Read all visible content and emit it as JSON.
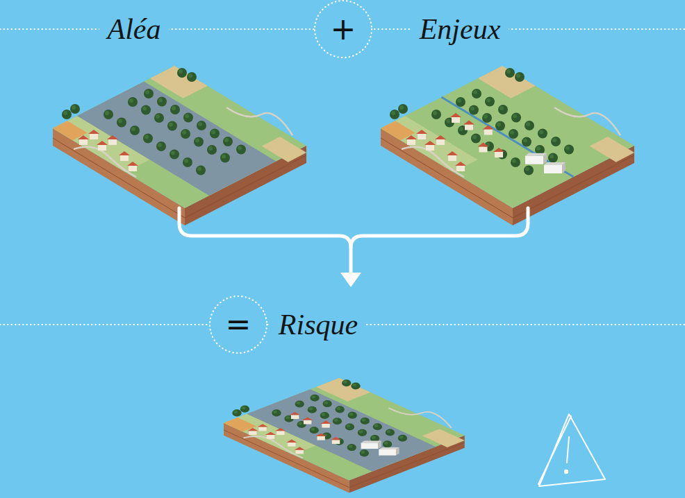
{
  "diagram": {
    "nodes": [
      {
        "text": [
          "+"
        ]
      },
      {
        "text": [
          "="
        ]
      }
    ],
    "labels": [
      "Aléa",
      "Enjeux",
      "Risque"
    ]
  }
}
